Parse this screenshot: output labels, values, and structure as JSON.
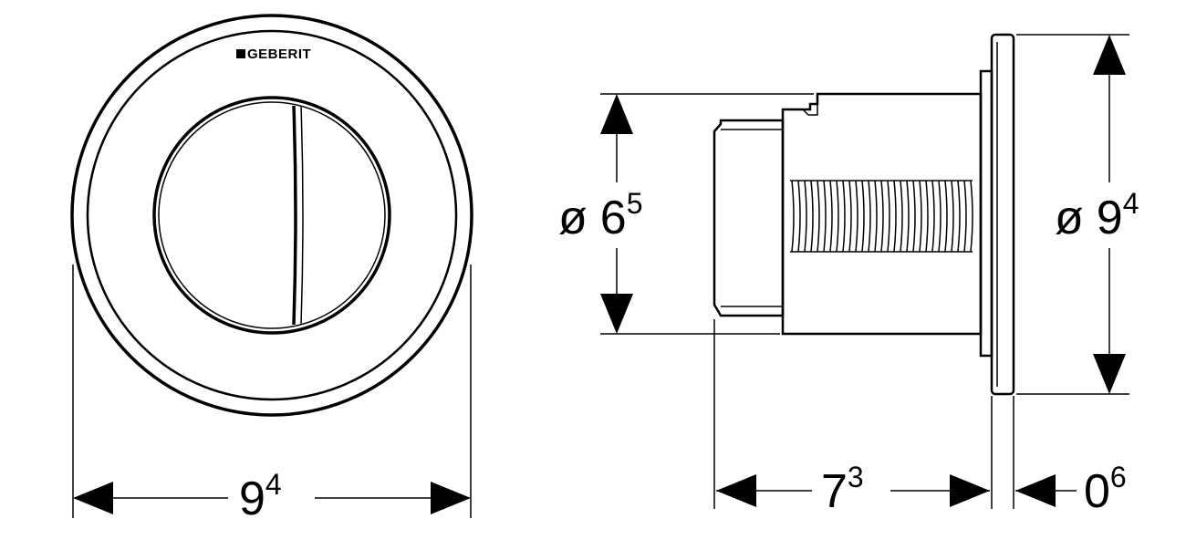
{
  "brand": {
    "name": "GEBERIT"
  },
  "front_view": {
    "width_dim": {
      "main": "9",
      "sup": "4"
    }
  },
  "side_view": {
    "diameter_small": {
      "prefix": "ø",
      "main": "6",
      "sup": "5"
    },
    "diameter_large": {
      "prefix": "ø",
      "main": "9",
      "sup": "4"
    },
    "depth_dim": {
      "main": "7",
      "sup": "3"
    },
    "plate_dim": {
      "main": "0",
      "sup": "6"
    }
  }
}
